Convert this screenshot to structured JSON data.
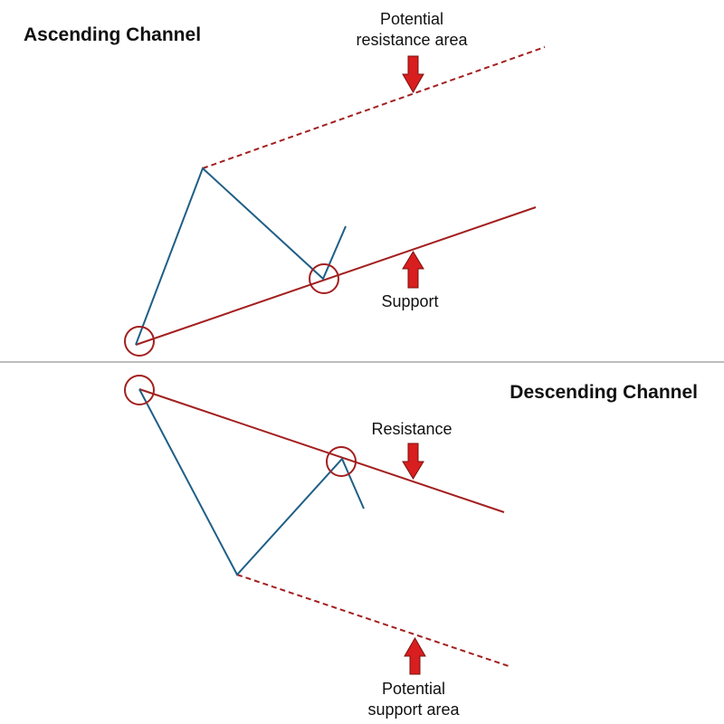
{
  "colors": {
    "price_line": "#1f5f86",
    "trend_line": "#a31f1f",
    "arrow_fill": "#d81e1e",
    "arrow_stroke": "#7a1010",
    "divider": "#bdbdbd",
    "text": "#111111"
  },
  "ascending": {
    "title": "Ascending Channel",
    "resistance_label_line1": "Potential",
    "resistance_label_line2": "resistance area",
    "support_label": "Support",
    "resistance_line_style": "dashed",
    "support_line_style": "solid"
  },
  "descending": {
    "title": "Descending Channel",
    "resistance_label": "Resistance",
    "support_label_line1": "Potential",
    "support_label_line2": "support area",
    "resistance_line_style": "solid",
    "support_line_style": "dashed"
  }
}
